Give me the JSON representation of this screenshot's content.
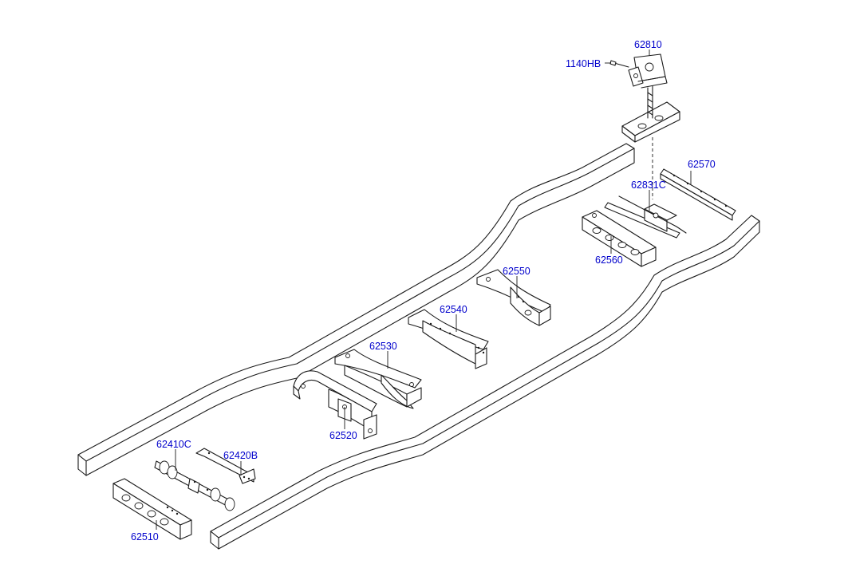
{
  "colors": {
    "label": "#0000cc",
    "line": "#1a1a1a",
    "background": "#ffffff"
  },
  "labels": {
    "p62810": "62810",
    "p1140HB": "1140HB",
    "p62570": "62570",
    "p62831C": "62831C",
    "p62560": "62560",
    "p62550": "62550",
    "p62540": "62540",
    "p62530": "62530",
    "p62520": "62520",
    "p62410C": "62410C",
    "p62420B": "62420B",
    "p62510": "62510"
  }
}
